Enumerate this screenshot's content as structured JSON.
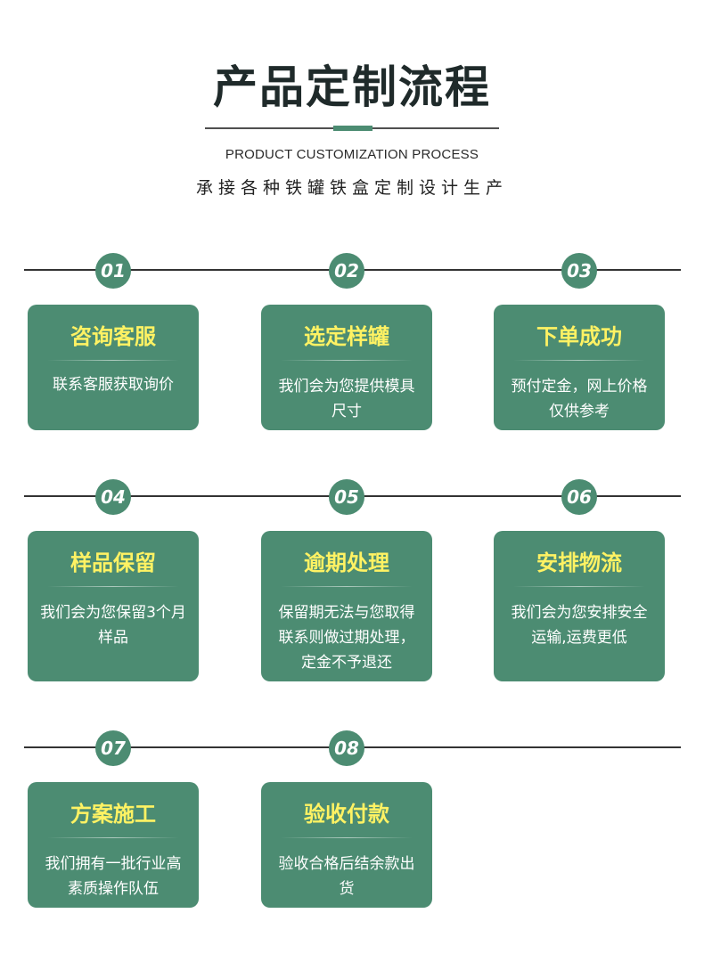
{
  "header": {
    "title": "产品定制流程",
    "subtitle_en": "PRODUCT CUSTOMIZATION PROCESS",
    "subtitle_cn": "承接各种铁罐铁盒定制设计生产"
  },
  "colors": {
    "accent": "#4c8c72",
    "card_title": "#fff263",
    "line": "#333333"
  },
  "steps": [
    {
      "number": "01",
      "title": "咨询客服",
      "description": "联系客服获取询价"
    },
    {
      "number": "02",
      "title": "选定样罐",
      "description": "我们会为您提供模具尺寸"
    },
    {
      "number": "03",
      "title": "下单成功",
      "description": "预付定金，网上价格仅供参考"
    },
    {
      "number": "04",
      "title": "样品保留",
      "description": "我们会为您保留3个月样品"
    },
    {
      "number": "05",
      "title": "逾期处理",
      "description": "保留期无法与您取得联系则做过期处理，定金不予退还"
    },
    {
      "number": "06",
      "title": "安排物流",
      "description": "我们会为您安排安全运输,运费更低"
    },
    {
      "number": "07",
      "title": "方案施工",
      "description": "我们拥有一批行业高素质操作队伍"
    },
    {
      "number": "08",
      "title": "验收付款",
      "description": "验收合格后结余款出货"
    }
  ]
}
